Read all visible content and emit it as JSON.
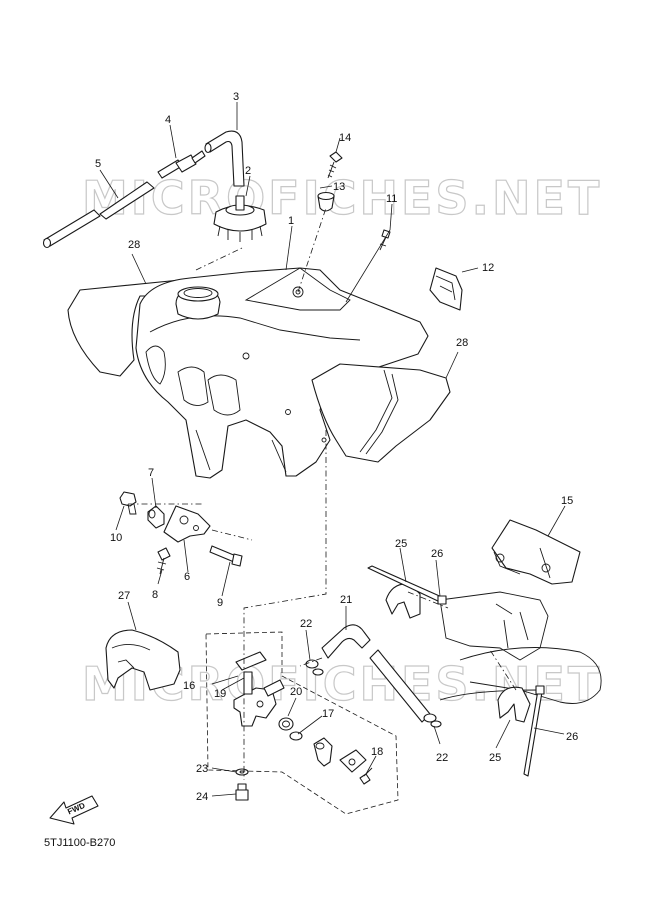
{
  "diagram": {
    "watermark": "MICROFICHES.NET",
    "drawing_code": "5TJ1100-B270",
    "forward_badge": "FWD",
    "callouts": [
      "1",
      "2",
      "3",
      "4",
      "5",
      "6",
      "7",
      "8",
      "9",
      "10",
      "11",
      "12",
      "13",
      "14",
      "15",
      "16",
      "17",
      "18",
      "19",
      "20",
      "21",
      "22",
      "22",
      "23",
      "24",
      "25",
      "25",
      "26",
      "26",
      "27",
      "28",
      "28"
    ]
  },
  "colors": {
    "line": "#1a1a1a",
    "watermark": "#c8c8c8",
    "background": "#ffffff"
  }
}
